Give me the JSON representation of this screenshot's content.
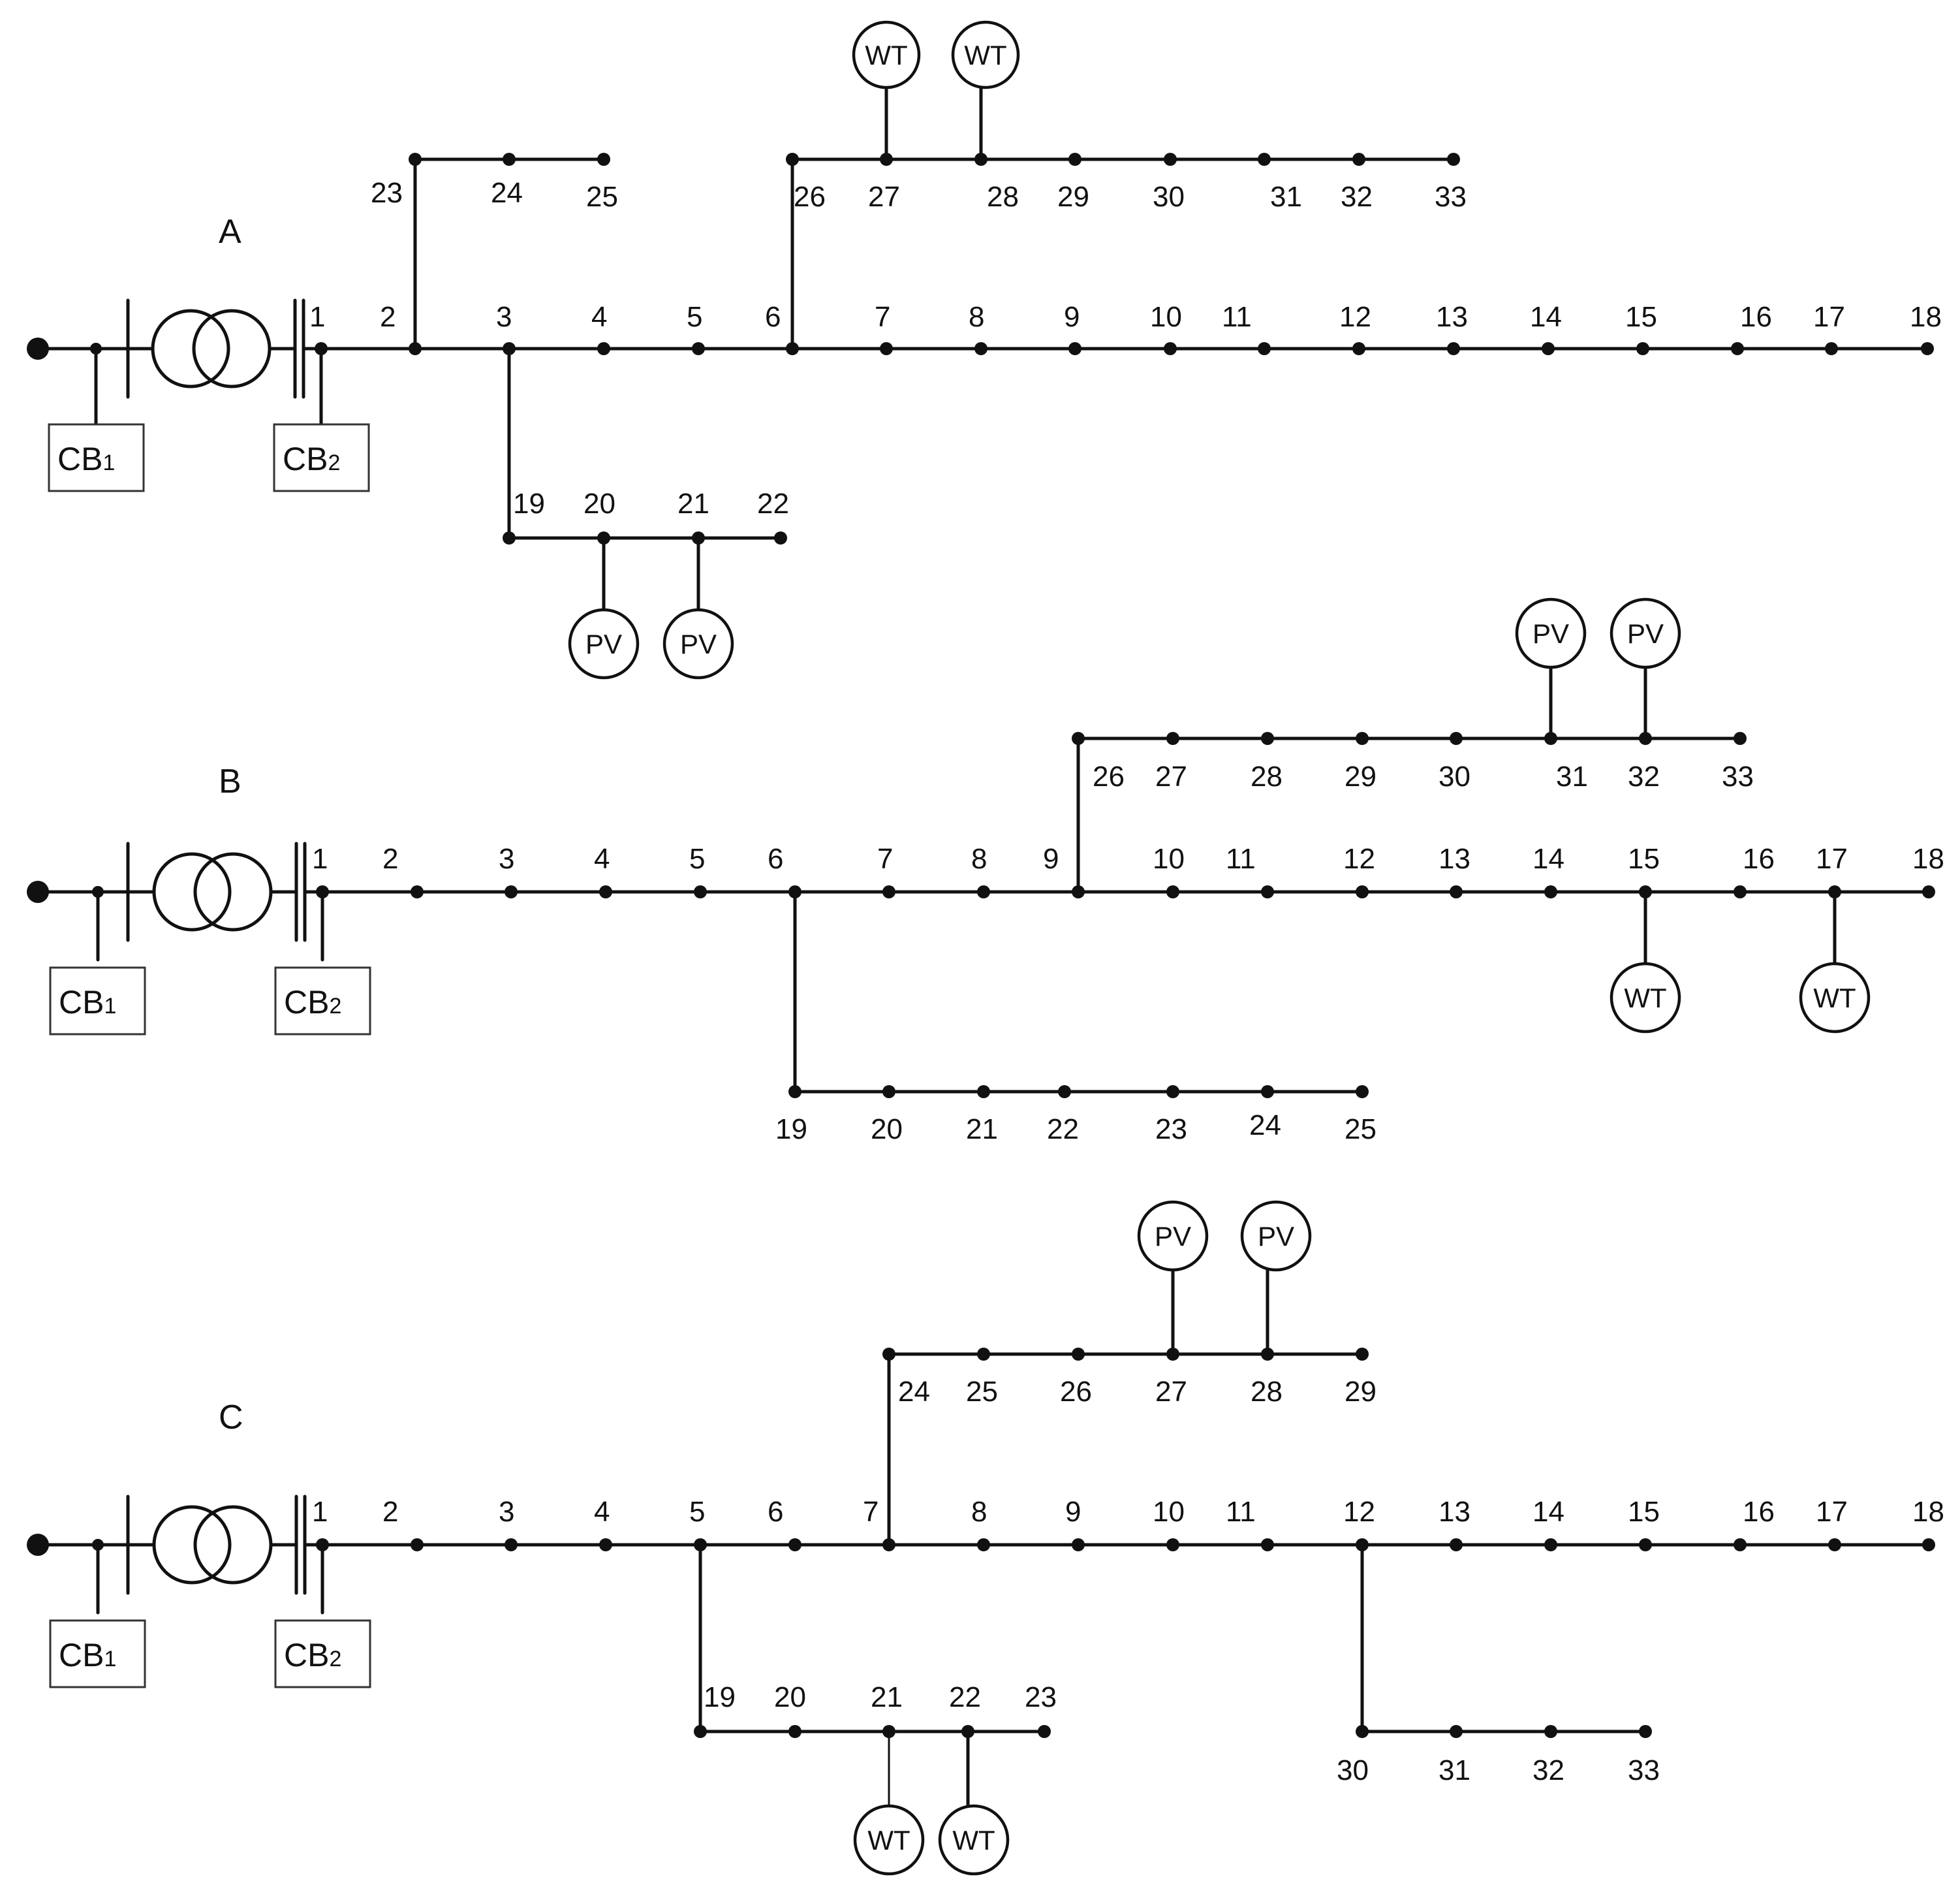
{
  "sections": [
    {
      "title": "A",
      "cb1": {
        "main": "CB",
        "sub": "1"
      },
      "cb2": {
        "main": "CB",
        "sub": "2"
      },
      "main_labels": [
        "1",
        "2",
        "3",
        "4",
        "5",
        "6",
        "7",
        "8",
        "9",
        "10",
        "11",
        "12",
        "13",
        "14",
        "15",
        "16",
        "17",
        "18"
      ],
      "branches": [
        {
          "labels": [
            "23",
            "24",
            "25"
          ]
        },
        {
          "labels": [
            "26",
            "27",
            "28",
            "29",
            "30",
            "31",
            "32",
            "33"
          ]
        },
        {
          "labels": [
            "19",
            "20",
            "21",
            "22"
          ]
        }
      ],
      "gens": [
        "WT",
        "WT",
        "PV",
        "PV"
      ]
    },
    {
      "title": "B",
      "cb1": {
        "main": "CB",
        "sub": "1"
      },
      "cb2": {
        "main": "CB",
        "sub": "2"
      },
      "main_labels": [
        "1",
        "2",
        "3",
        "4",
        "5",
        "6",
        "7",
        "8",
        "9",
        "10",
        "11",
        "12",
        "13",
        "14",
        "15",
        "16",
        "17",
        "18"
      ],
      "branches": [
        {
          "labels": [
            "26",
            "27",
            "28",
            "29",
            "30",
            "31",
            "32",
            "33"
          ]
        },
        {
          "labels": [
            "19",
            "20",
            "21",
            "22",
            "23",
            "24",
            "25"
          ]
        }
      ],
      "gens": [
        "PV",
        "PV",
        "WT",
        "WT"
      ]
    },
    {
      "title": "C",
      "cb1": {
        "main": "CB",
        "sub": "1"
      },
      "cb2": {
        "main": "CB",
        "sub": "2"
      },
      "main_labels": [
        "1",
        "2",
        "3",
        "4",
        "5",
        "6",
        "7",
        "8",
        "9",
        "10",
        "11",
        "12",
        "13",
        "14",
        "15",
        "16",
        "17",
        "18"
      ],
      "branches": [
        {
          "labels": [
            "24",
            "25",
            "26",
            "27",
            "28",
            "29"
          ]
        },
        {
          "labels": [
            "19",
            "20",
            "21",
            "22",
            "23"
          ]
        },
        {
          "labels": [
            "30",
            "31",
            "32",
            "33"
          ]
        }
      ],
      "gens": [
        "PV",
        "PV",
        "WT",
        "WT"
      ]
    }
  ]
}
